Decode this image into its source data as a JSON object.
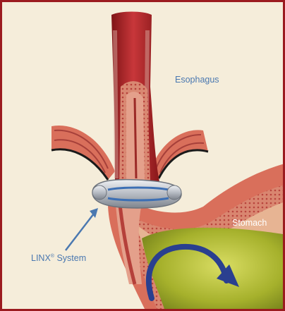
{
  "labels": {
    "esophagus": "Esophagus",
    "stomach": "Stomach",
    "linx_name": "LINX",
    "linx_mark": "®",
    "linx_suffix": " System"
  },
  "colors": {
    "background": "#f5edda",
    "border": "#9b1b1f",
    "esophagus": "#b3272b",
    "muscle": "#d96f5b",
    "stomach_acid": "#a6b12c",
    "linx_ring": "#c8ccd2",
    "arrow": "#2a3f8f",
    "label_text": "#4a78b0"
  },
  "icons": [
    "linx-ring",
    "reflux-arrow",
    "pointer-arrow"
  ]
}
